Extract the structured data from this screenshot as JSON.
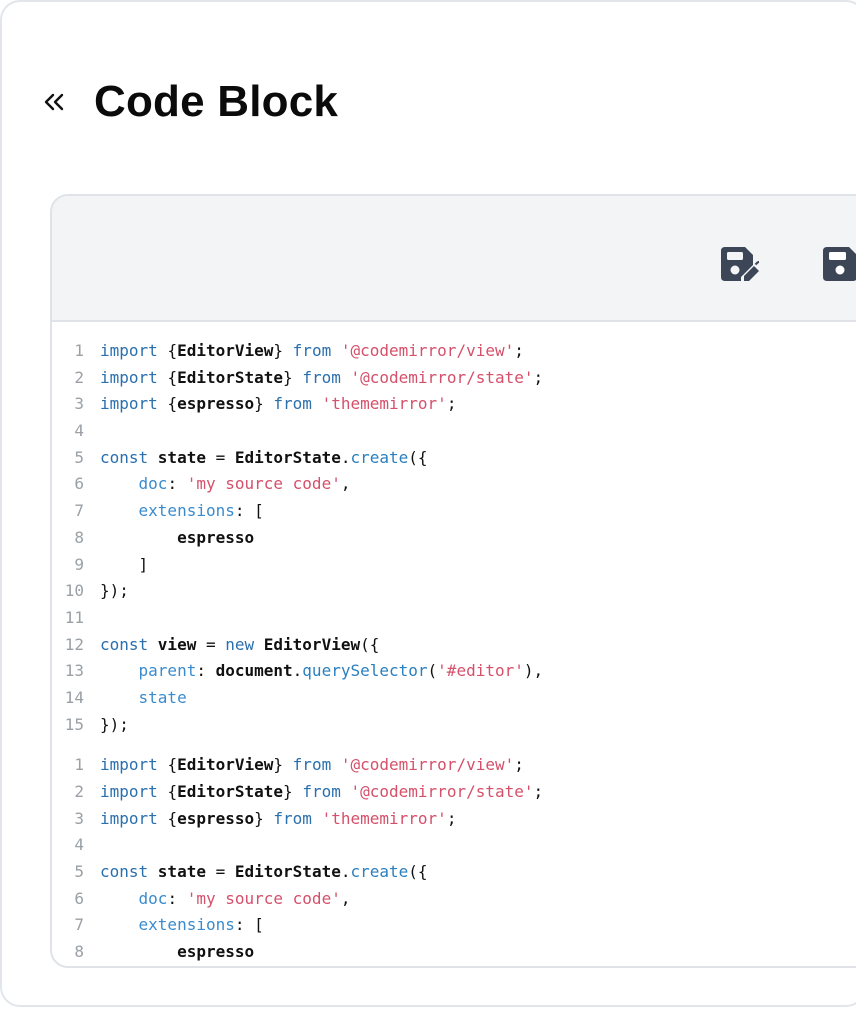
{
  "header": {
    "title": "Code Block",
    "back_icon": "double-chevron-left-icon"
  },
  "toolbar": {
    "buttons": [
      {
        "icon": "save-edit-icon",
        "label": ""
      },
      {
        "icon": "save-icon",
        "label": ""
      }
    ]
  },
  "colors": {
    "keyword": "#2a6fae",
    "string": "#d5506a",
    "property": "#3a8bcd",
    "line_number": "#9aa0a6",
    "toolbar_bg": "#f2f4f6",
    "icon": "#3c4656"
  },
  "code_blocks": [
    {
      "lines": [
        {
          "n": "1",
          "tokens": [
            [
              "kw",
              "import "
            ],
            [
              "plain",
              "{"
            ],
            [
              "bold",
              "EditorView"
            ],
            [
              "plain",
              "} "
            ],
            [
              "kw",
              "from "
            ],
            [
              "str",
              "'@codemirror/view'"
            ],
            [
              "plain",
              ";"
            ]
          ]
        },
        {
          "n": "2",
          "tokens": [
            [
              "kw",
              "import "
            ],
            [
              "plain",
              "{"
            ],
            [
              "bold",
              "EditorState"
            ],
            [
              "plain",
              "} "
            ],
            [
              "kw",
              "from "
            ],
            [
              "str",
              "'@codemirror/state'"
            ],
            [
              "plain",
              ";"
            ]
          ]
        },
        {
          "n": "3",
          "tokens": [
            [
              "kw",
              "import "
            ],
            [
              "plain",
              "{"
            ],
            [
              "bold",
              "espresso"
            ],
            [
              "plain",
              "} "
            ],
            [
              "kw",
              "from "
            ],
            [
              "str",
              "'thememirror'"
            ],
            [
              "plain",
              ";"
            ]
          ]
        },
        {
          "n": "4",
          "tokens": []
        },
        {
          "n": "5",
          "tokens": [
            [
              "kw",
              "const "
            ],
            [
              "bold",
              "state"
            ],
            [
              "plain",
              " = "
            ],
            [
              "bold",
              "EditorState"
            ],
            [
              "plain",
              "."
            ],
            [
              "fn",
              "create"
            ],
            [
              "plain",
              "({"
            ]
          ]
        },
        {
          "n": "6",
          "tokens": [
            [
              "plain",
              "    "
            ],
            [
              "prop",
              "doc"
            ],
            [
              "plain",
              ": "
            ],
            [
              "str",
              "'my source code'"
            ],
            [
              "plain",
              ","
            ]
          ]
        },
        {
          "n": "7",
          "tokens": [
            [
              "plain",
              "    "
            ],
            [
              "prop",
              "extensions"
            ],
            [
              "plain",
              ": ["
            ]
          ]
        },
        {
          "n": "8",
          "tokens": [
            [
              "plain",
              "        "
            ],
            [
              "bold",
              "espresso"
            ]
          ]
        },
        {
          "n": "9",
          "tokens": [
            [
              "plain",
              "    ]"
            ]
          ]
        },
        {
          "n": "10",
          "tokens": [
            [
              "plain",
              "});"
            ]
          ]
        },
        {
          "n": "11",
          "tokens": []
        },
        {
          "n": "12",
          "tokens": [
            [
              "kw",
              "const "
            ],
            [
              "bold",
              "view"
            ],
            [
              "plain",
              " = "
            ],
            [
              "kw",
              "new "
            ],
            [
              "bold",
              "EditorView"
            ],
            [
              "plain",
              "({"
            ]
          ]
        },
        {
          "n": "13",
          "tokens": [
            [
              "plain",
              "    "
            ],
            [
              "prop",
              "parent"
            ],
            [
              "plain",
              ": "
            ],
            [
              "bold",
              "document"
            ],
            [
              "plain",
              "."
            ],
            [
              "fn",
              "querySelector"
            ],
            [
              "plain",
              "("
            ],
            [
              "str",
              "'#editor'"
            ],
            [
              "plain",
              "),"
            ]
          ]
        },
        {
          "n": "14",
          "tokens": [
            [
              "plain",
              "    "
            ],
            [
              "prop",
              "state"
            ]
          ]
        },
        {
          "n": "15",
          "tokens": [
            [
              "plain",
              "});"
            ]
          ]
        }
      ]
    },
    {
      "lines": [
        {
          "n": "1",
          "tokens": [
            [
              "kw",
              "import "
            ],
            [
              "plain",
              "{"
            ],
            [
              "bold",
              "EditorView"
            ],
            [
              "plain",
              "} "
            ],
            [
              "kw",
              "from "
            ],
            [
              "str",
              "'@codemirror/view'"
            ],
            [
              "plain",
              ";"
            ]
          ]
        },
        {
          "n": "2",
          "tokens": [
            [
              "kw",
              "import "
            ],
            [
              "plain",
              "{"
            ],
            [
              "bold",
              "EditorState"
            ],
            [
              "plain",
              "} "
            ],
            [
              "kw",
              "from "
            ],
            [
              "str",
              "'@codemirror/state'"
            ],
            [
              "plain",
              ";"
            ]
          ]
        },
        {
          "n": "3",
          "tokens": [
            [
              "kw",
              "import "
            ],
            [
              "plain",
              "{"
            ],
            [
              "bold",
              "espresso"
            ],
            [
              "plain",
              "} "
            ],
            [
              "kw",
              "from "
            ],
            [
              "str",
              "'thememirror'"
            ],
            [
              "plain",
              ";"
            ]
          ]
        },
        {
          "n": "4",
          "tokens": []
        },
        {
          "n": "5",
          "tokens": [
            [
              "kw",
              "const "
            ],
            [
              "bold",
              "state"
            ],
            [
              "plain",
              " = "
            ],
            [
              "bold",
              "EditorState"
            ],
            [
              "plain",
              "."
            ],
            [
              "fn",
              "create"
            ],
            [
              "plain",
              "({"
            ]
          ]
        },
        {
          "n": "6",
          "tokens": [
            [
              "plain",
              "    "
            ],
            [
              "prop",
              "doc"
            ],
            [
              "plain",
              ": "
            ],
            [
              "str",
              "'my source code'"
            ],
            [
              "plain",
              ","
            ]
          ]
        },
        {
          "n": "7",
          "tokens": [
            [
              "plain",
              "    "
            ],
            [
              "prop",
              "extensions"
            ],
            [
              "plain",
              ": ["
            ]
          ]
        },
        {
          "n": "8",
          "tokens": [
            [
              "plain",
              "        "
            ],
            [
              "bold",
              "espresso"
            ]
          ]
        }
      ]
    }
  ]
}
